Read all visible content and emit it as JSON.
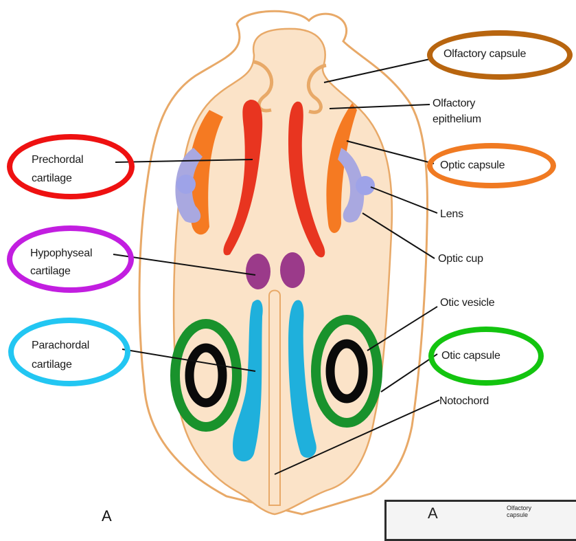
{
  "panel_letter": "A",
  "labels": {
    "olfactory_capsule": "Olfactory capsule",
    "olfactory_epithelium_1": "Olfactory",
    "olfactory_epithelium_2": "epithelium",
    "optic_capsule": "Optic capsule",
    "lens": "Lens",
    "optic_cup": "Optic cup",
    "otic_vesicle": "Otic vesicle",
    "otic_capsule": "Otic capsule",
    "notochord": "Notochord",
    "prechordal_1": "Prechordal",
    "prechordal_2": "cartilage",
    "hypophyseal_1": "Hypophyseal",
    "hypophyseal_2": "cartilage",
    "parachordal_1": "Parachordal",
    "parachordal_2": "cartilage"
  },
  "highlight_colors": {
    "olfactory_capsule": "#b8650f",
    "optic_capsule": "#f07a22",
    "otic_capsule": "#13c40f",
    "prechordal": "#ee1111",
    "hypophyseal": "#c21ee0",
    "parachordal": "#22c6f2"
  },
  "structure_colors": {
    "body_fill": "#fbe3c8",
    "body_outline": "#e8a968",
    "prechordal_cartilage": "#e83520",
    "optic_capsule": "#f57a22",
    "optic_cup": "#a9a8e0",
    "lens": "#9ea3e8",
    "hypophyseal_cartilage": "#9b3a8a",
    "parachordal_cartilage": "#1fb0dc",
    "otic_capsule": "#19922c",
    "otic_vesicle": "#0a0a0a"
  },
  "inset": {
    "letter": "A",
    "text_1": "Olfactory",
    "text_2": "capsule"
  }
}
